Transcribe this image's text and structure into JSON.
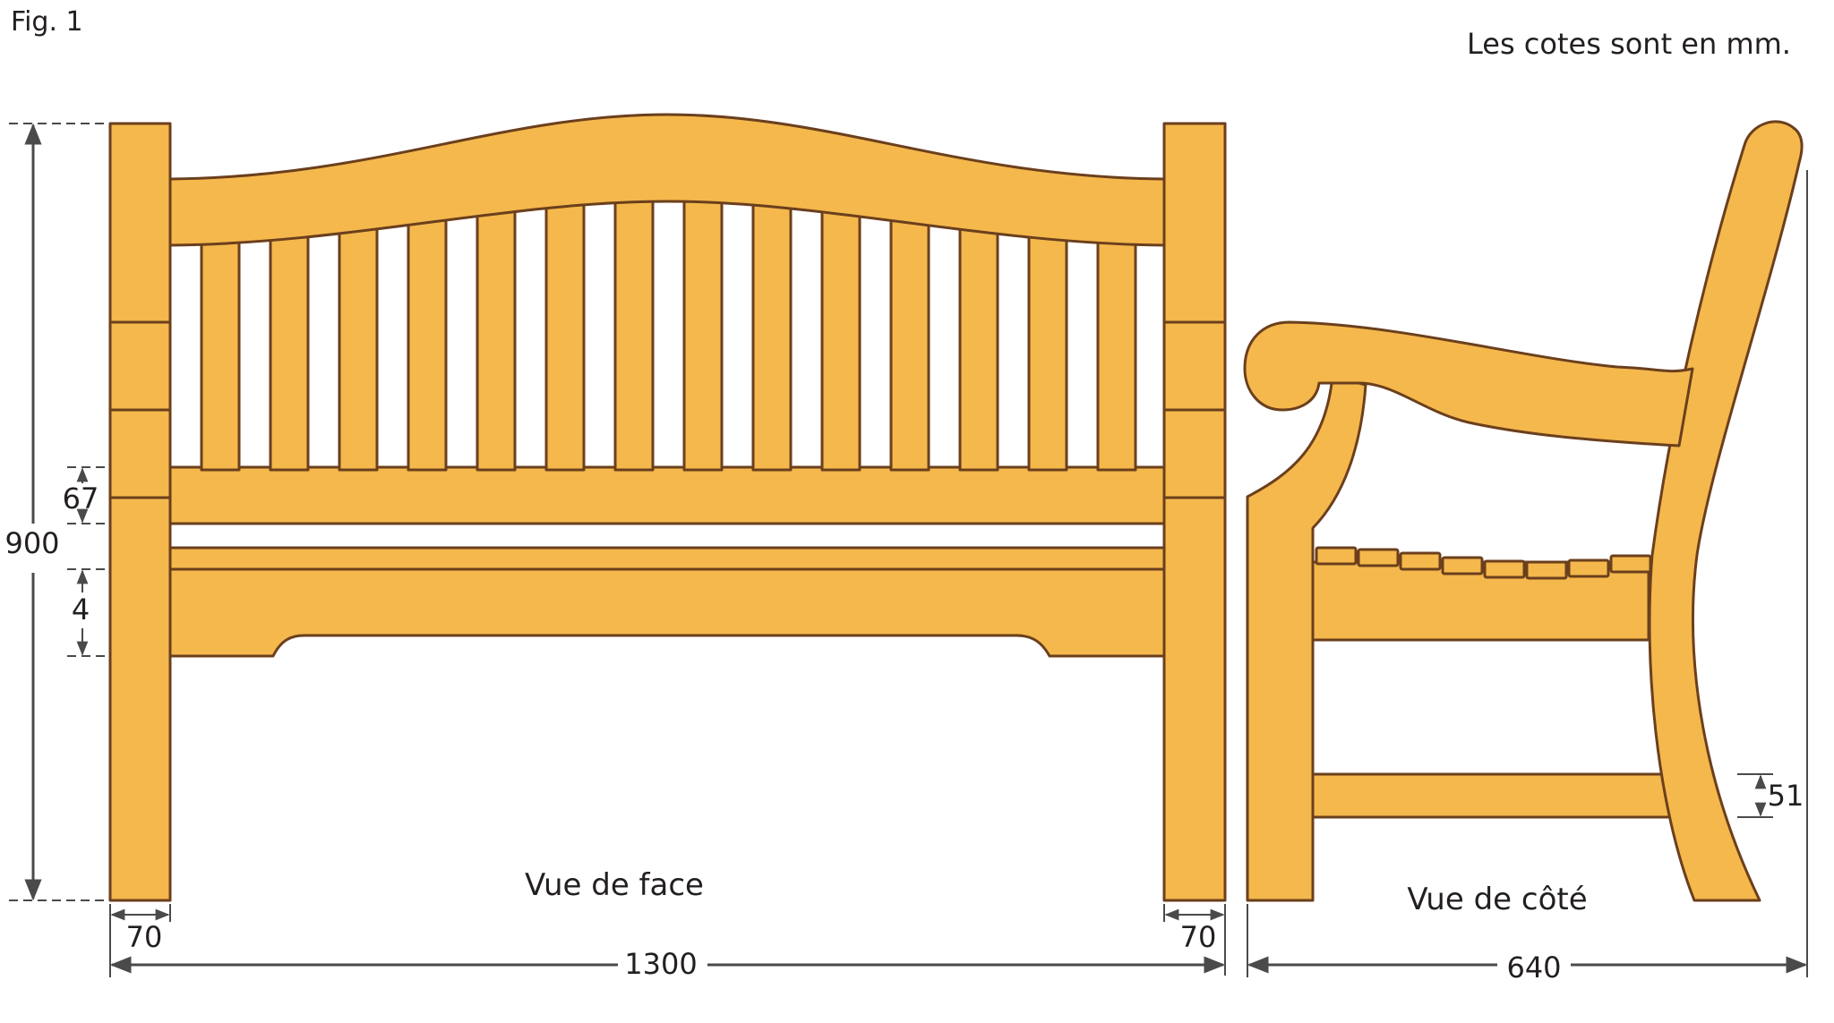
{
  "figure": {
    "label": "Fig. 1",
    "units_note": "Les cotes sont en mm."
  },
  "front_view": {
    "caption": "Vue de face",
    "dimensions": {
      "height": "900",
      "back_rail": "67",
      "seat_rail": "4",
      "left_post_width": "70",
      "right_post_width": "70",
      "total_width": "1300"
    }
  },
  "side_view": {
    "caption": "Vue de côté",
    "dimensions": {
      "stretcher": "51",
      "depth": "640"
    }
  },
  "colors": {
    "wood": "#f4b84c",
    "outline": "#6b3f1d",
    "dimension_line": "#4a4a4a"
  }
}
